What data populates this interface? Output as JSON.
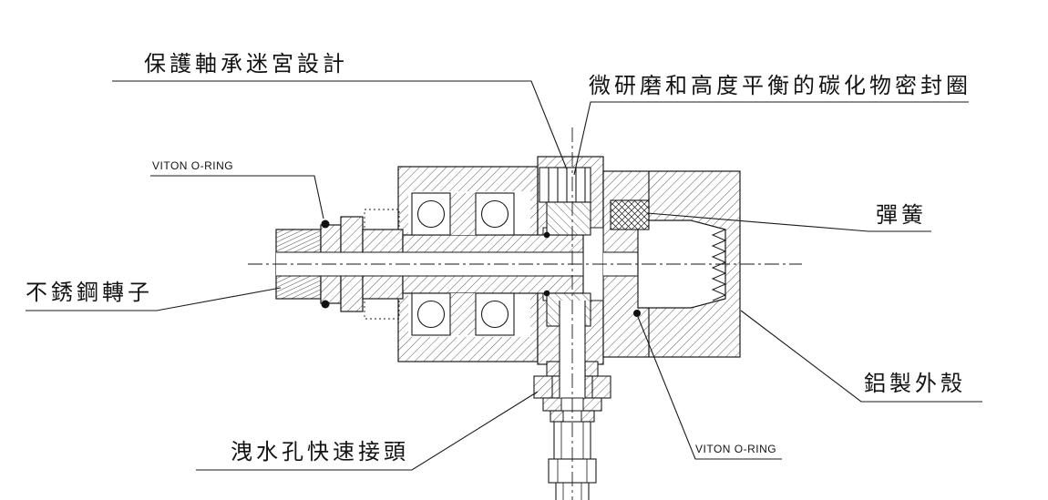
{
  "drawing": {
    "type": "technical-cross-section",
    "subject": "rotary-union-swivel-joint",
    "line_color": "#1a1a1a",
    "background_color": "#ffffff"
  },
  "labels": {
    "bearing_labyrinth": "保護軸承迷宮設計",
    "carbide_seal": "微研磨和高度平衡的碳化物密封圈",
    "viton_oring_left": "VITON O-RING",
    "spring": "彈簧",
    "stainless_rotor": "不銹鋼轉子",
    "aluminum_housing": "鋁製外殼",
    "drain_quick_coupler": "洩水孔快速接頭",
    "viton_oring_right": "VITON O-RING"
  }
}
